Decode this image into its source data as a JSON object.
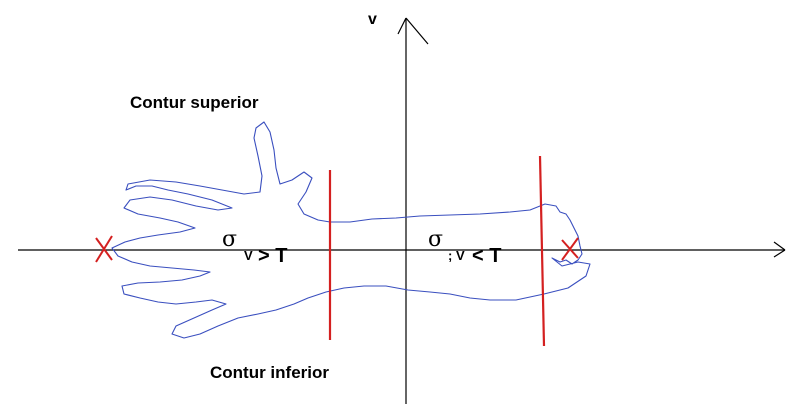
{
  "labels": {
    "axis_v": "v",
    "contour_top": "Contur superior",
    "contour_bottom": "Contur inferior",
    "sigma_left": "σ",
    "sigma_left_sub": "V",
    "relation_left": "> T",
    "sigma_right": "σ",
    "sigma_right_sub": "; V",
    "relation_right": "< T"
  },
  "colors": {
    "axis": "#000000",
    "contour": "#3a4fbf",
    "cut_line": "#d42020",
    "endpoint_marker": "#d42020"
  }
}
